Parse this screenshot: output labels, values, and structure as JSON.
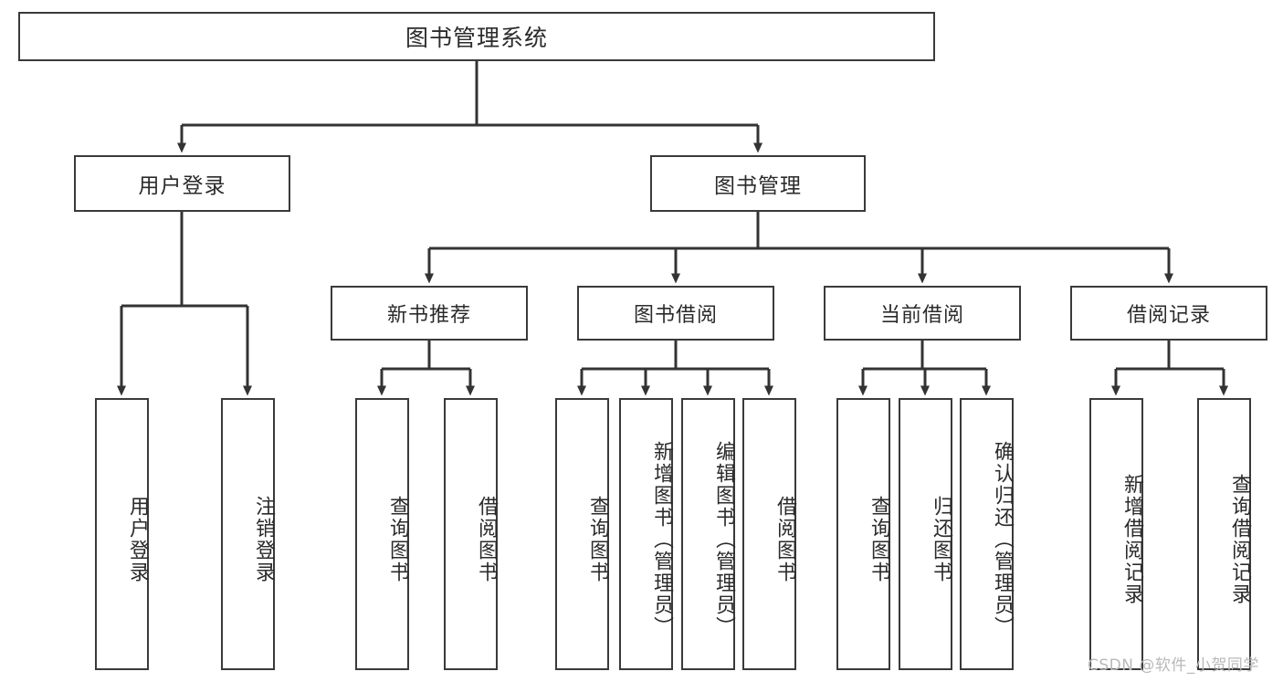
{
  "diagram": {
    "type": "tree",
    "title": "图书管理系统",
    "colors": {
      "box_border": "#3a3a3a",
      "box_fill": "#ffffff",
      "text": "#2b2b2b",
      "connector": "#333333",
      "watermark": "#b9b9b9",
      "background": "#ffffff"
    },
    "root": {
      "label": "图书管理系统"
    },
    "level2": [
      {
        "label": "用户登录"
      },
      {
        "label": "图书管理"
      }
    ],
    "level3": [
      {
        "label": "新书推荐"
      },
      {
        "label": "图书借阅"
      },
      {
        "label": "当前借阅"
      },
      {
        "label": "借阅记录"
      }
    ],
    "leaves": {
      "user_login": [
        {
          "label": "用户登录"
        },
        {
          "label": "注销登录"
        }
      ],
      "new_book_recommend": [
        {
          "label": "查询图书"
        },
        {
          "label": "借阅图书"
        }
      ],
      "book_borrow": [
        {
          "label": "查询图书"
        },
        {
          "label": "新增图书（管理员）"
        },
        {
          "label": "编辑图书（管理员）"
        },
        {
          "label": "借阅图书"
        }
      ],
      "current_borrow": [
        {
          "label": "查询图书"
        },
        {
          "label": "归还图书"
        },
        {
          "label": "确认归还（管理员）"
        }
      ],
      "borrow_record": [
        {
          "label": "新增借阅记录"
        },
        {
          "label": "查询借阅记录"
        }
      ]
    }
  },
  "watermark": {
    "text": "CSDN @软件_小贺同学"
  }
}
